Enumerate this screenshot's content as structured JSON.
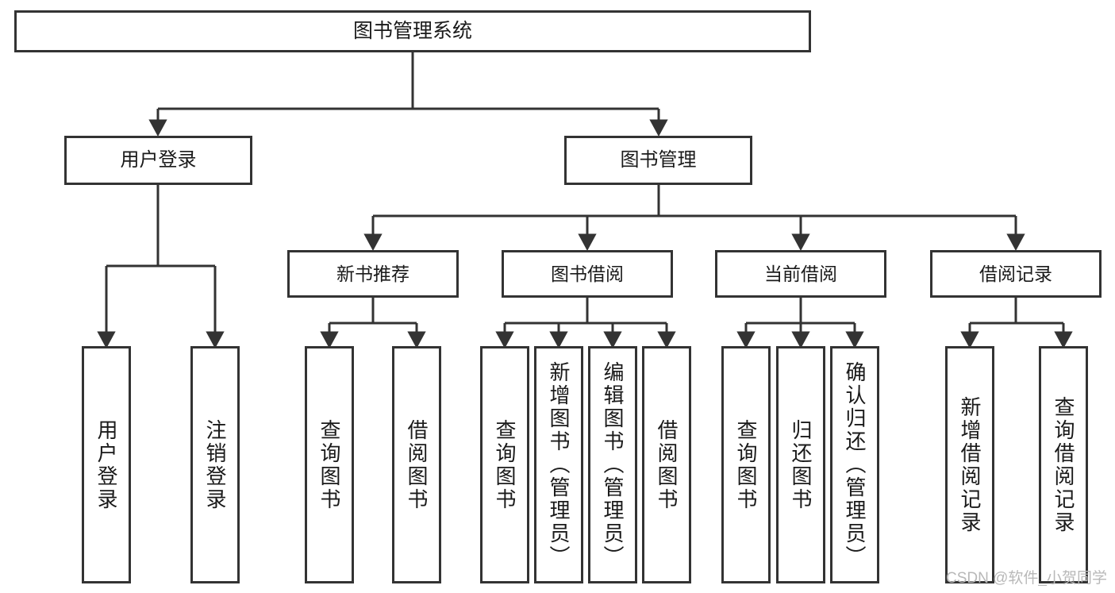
{
  "diagram": {
    "title_node": {
      "label": "图书管理系统"
    },
    "level2": [
      {
        "id": "user-login",
        "label": "用户登录"
      },
      {
        "id": "book-management",
        "label": "图书管理"
      }
    ],
    "level3": [
      {
        "id": "new-book-recommend",
        "label": "新书推荐"
      },
      {
        "id": "book-borrow",
        "label": "图书借阅"
      },
      {
        "id": "current-borrow",
        "label": "当前借阅"
      },
      {
        "id": "borrow-record",
        "label": "借阅记录"
      }
    ],
    "leaves": [
      {
        "id": "leaf-user-login",
        "label": "用户登录",
        "parent": "user-login"
      },
      {
        "id": "leaf-logout-login",
        "label": "注销登录",
        "parent": "user-login"
      },
      {
        "id": "leaf-query-book-1",
        "label": "查询图书",
        "parent": "new-book-recommend"
      },
      {
        "id": "leaf-borrow-book-1",
        "label": "借阅图书",
        "parent": "new-book-recommend"
      },
      {
        "id": "leaf-query-book-2",
        "label": "查询图书",
        "parent": "book-borrow"
      },
      {
        "id": "leaf-add-book",
        "label": "新增图书（管理员）",
        "parent": "book-borrow"
      },
      {
        "id": "leaf-edit-book",
        "label": "编辑图书（管理员）",
        "parent": "book-borrow"
      },
      {
        "id": "leaf-borrow-book-2",
        "label": "借阅图书",
        "parent": "book-borrow"
      },
      {
        "id": "leaf-query-book-3",
        "label": "查询图书",
        "parent": "current-borrow"
      },
      {
        "id": "leaf-return-book",
        "label": "归还图书",
        "parent": "current-borrow"
      },
      {
        "id": "leaf-confirm-return",
        "label": "确认归还（管理员）",
        "parent": "current-borrow"
      },
      {
        "id": "leaf-add-record",
        "label": "新增借阅记录",
        "parent": "borrow-record"
      },
      {
        "id": "leaf-query-record",
        "label": "查询借阅记录",
        "parent": "borrow-record"
      }
    ],
    "colors": {
      "stroke": "#333333",
      "fill": "#ffffff",
      "text": "#1a1a1a",
      "watermark": "#b8b8b8"
    }
  },
  "watermark": {
    "text": "CSDN @软件_小贺同学"
  }
}
